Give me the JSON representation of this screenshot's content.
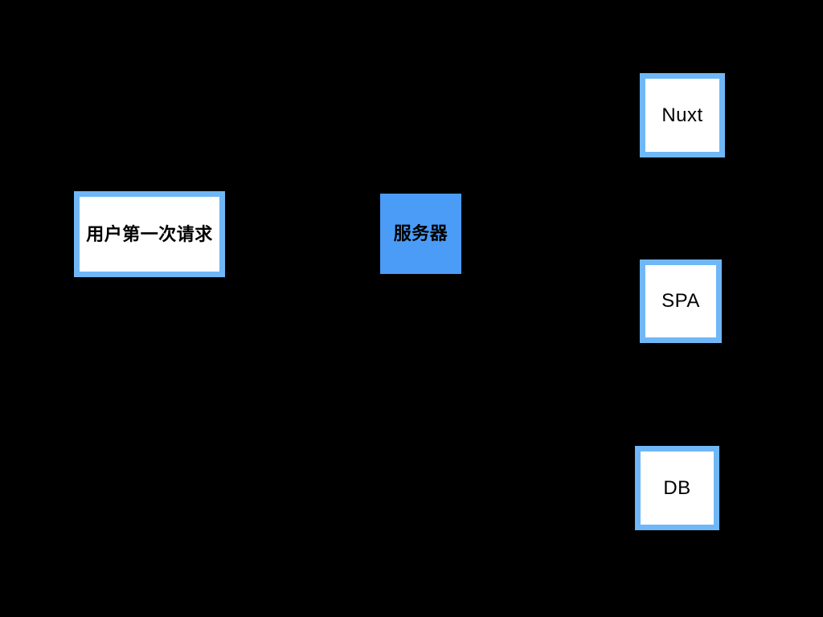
{
  "colors": {
    "background": "#000000",
    "node_border": "#6FB7F6",
    "node_fill": "#FFFFFF",
    "server_fill": "#4A9CF7",
    "label_text": "#000000"
  },
  "diagram": {
    "nodes": [
      {
        "id": "user-first-request",
        "label": "用户第一次请求",
        "style": "outlined"
      },
      {
        "id": "server",
        "label": "服务器",
        "style": "filled"
      },
      {
        "id": "nuxt",
        "label": "Nuxt",
        "style": "outlined"
      },
      {
        "id": "spa",
        "label": "SPA",
        "style": "outlined"
      },
      {
        "id": "db",
        "label": "DB",
        "style": "outlined"
      }
    ]
  }
}
